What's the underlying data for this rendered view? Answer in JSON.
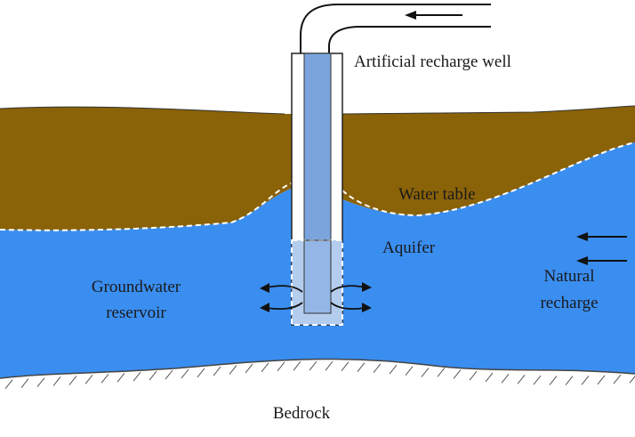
{
  "labels": {
    "well": "Artificial recharge well",
    "water_table": "Water table",
    "aquifer": "Aquifer",
    "reservoir_line1": "Groundwater",
    "reservoir_line2": "reservoir",
    "natural_line1": "Natural",
    "natural_line2": "recharge",
    "bedrock": "Bedrock"
  },
  "colors": {
    "soil": "#8a6208",
    "aquifer": "#3a8ef0",
    "well_casing": "#ffffff",
    "well_water": "#7ba4dd",
    "screen_zone": "#9bbce8",
    "outline": "#222222",
    "water_table_line": "#ffffff"
  }
}
